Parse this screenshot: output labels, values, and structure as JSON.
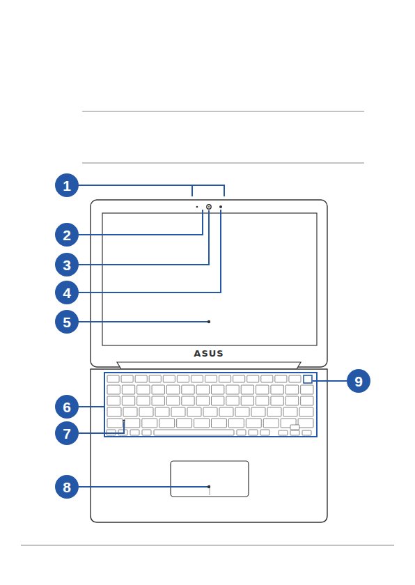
{
  "diagram": {
    "labels": [
      "1",
      "2",
      "3",
      "4",
      "5",
      "ASUS",
      "6",
      "7",
      "8",
      "9"
    ]
  }
}
